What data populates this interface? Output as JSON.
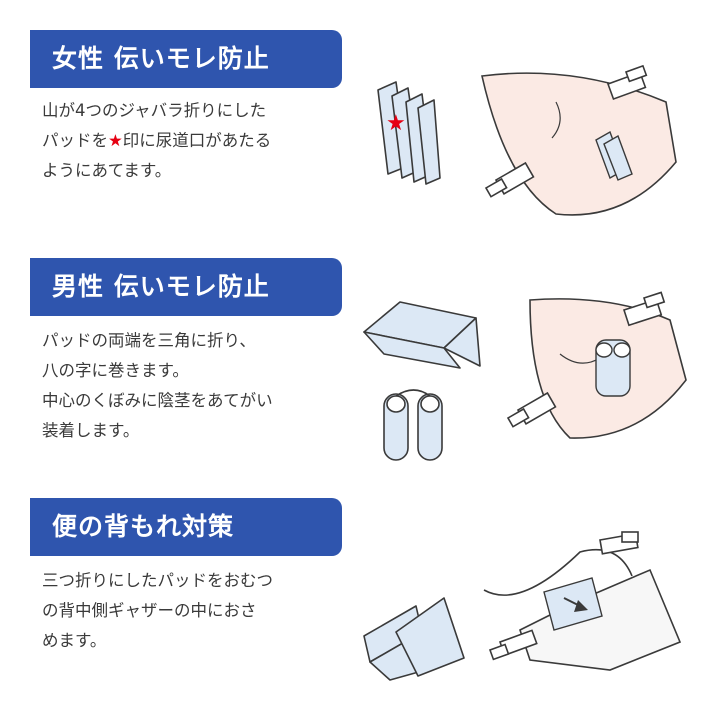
{
  "sections": [
    {
      "title": "女性 伝いモレ防止",
      "lines": [
        "山が4つのジャバラ折りにした",
        "パッドを",
        "★",
        "印に尿道口があたる",
        "ようにあてます。"
      ]
    },
    {
      "title": "男性 伝いモレ防止",
      "lines": [
        "パッドの両端を三角に折り、",
        "八の字に巻きます。",
        "中心のくぼみに陰茎をあてがい",
        "装着します。"
      ]
    },
    {
      "title": "便の背もれ対策",
      "lines": [
        "三つ折りにしたパッドをおむつ",
        "の背中側ギャザーの中におさ",
        "めます。"
      ]
    }
  ],
  "colors": {
    "banner": "#2f55ae",
    "star": "#e60012",
    "skin": "#fbeae4",
    "pad": "#dce8f5"
  },
  "icons": [
    "accordion-pad-icon",
    "body-with-pad-icon",
    "triangle-pad-icon",
    "rolled-pad-icon",
    "folded-pad-icon",
    "diaper-back-icon"
  ]
}
